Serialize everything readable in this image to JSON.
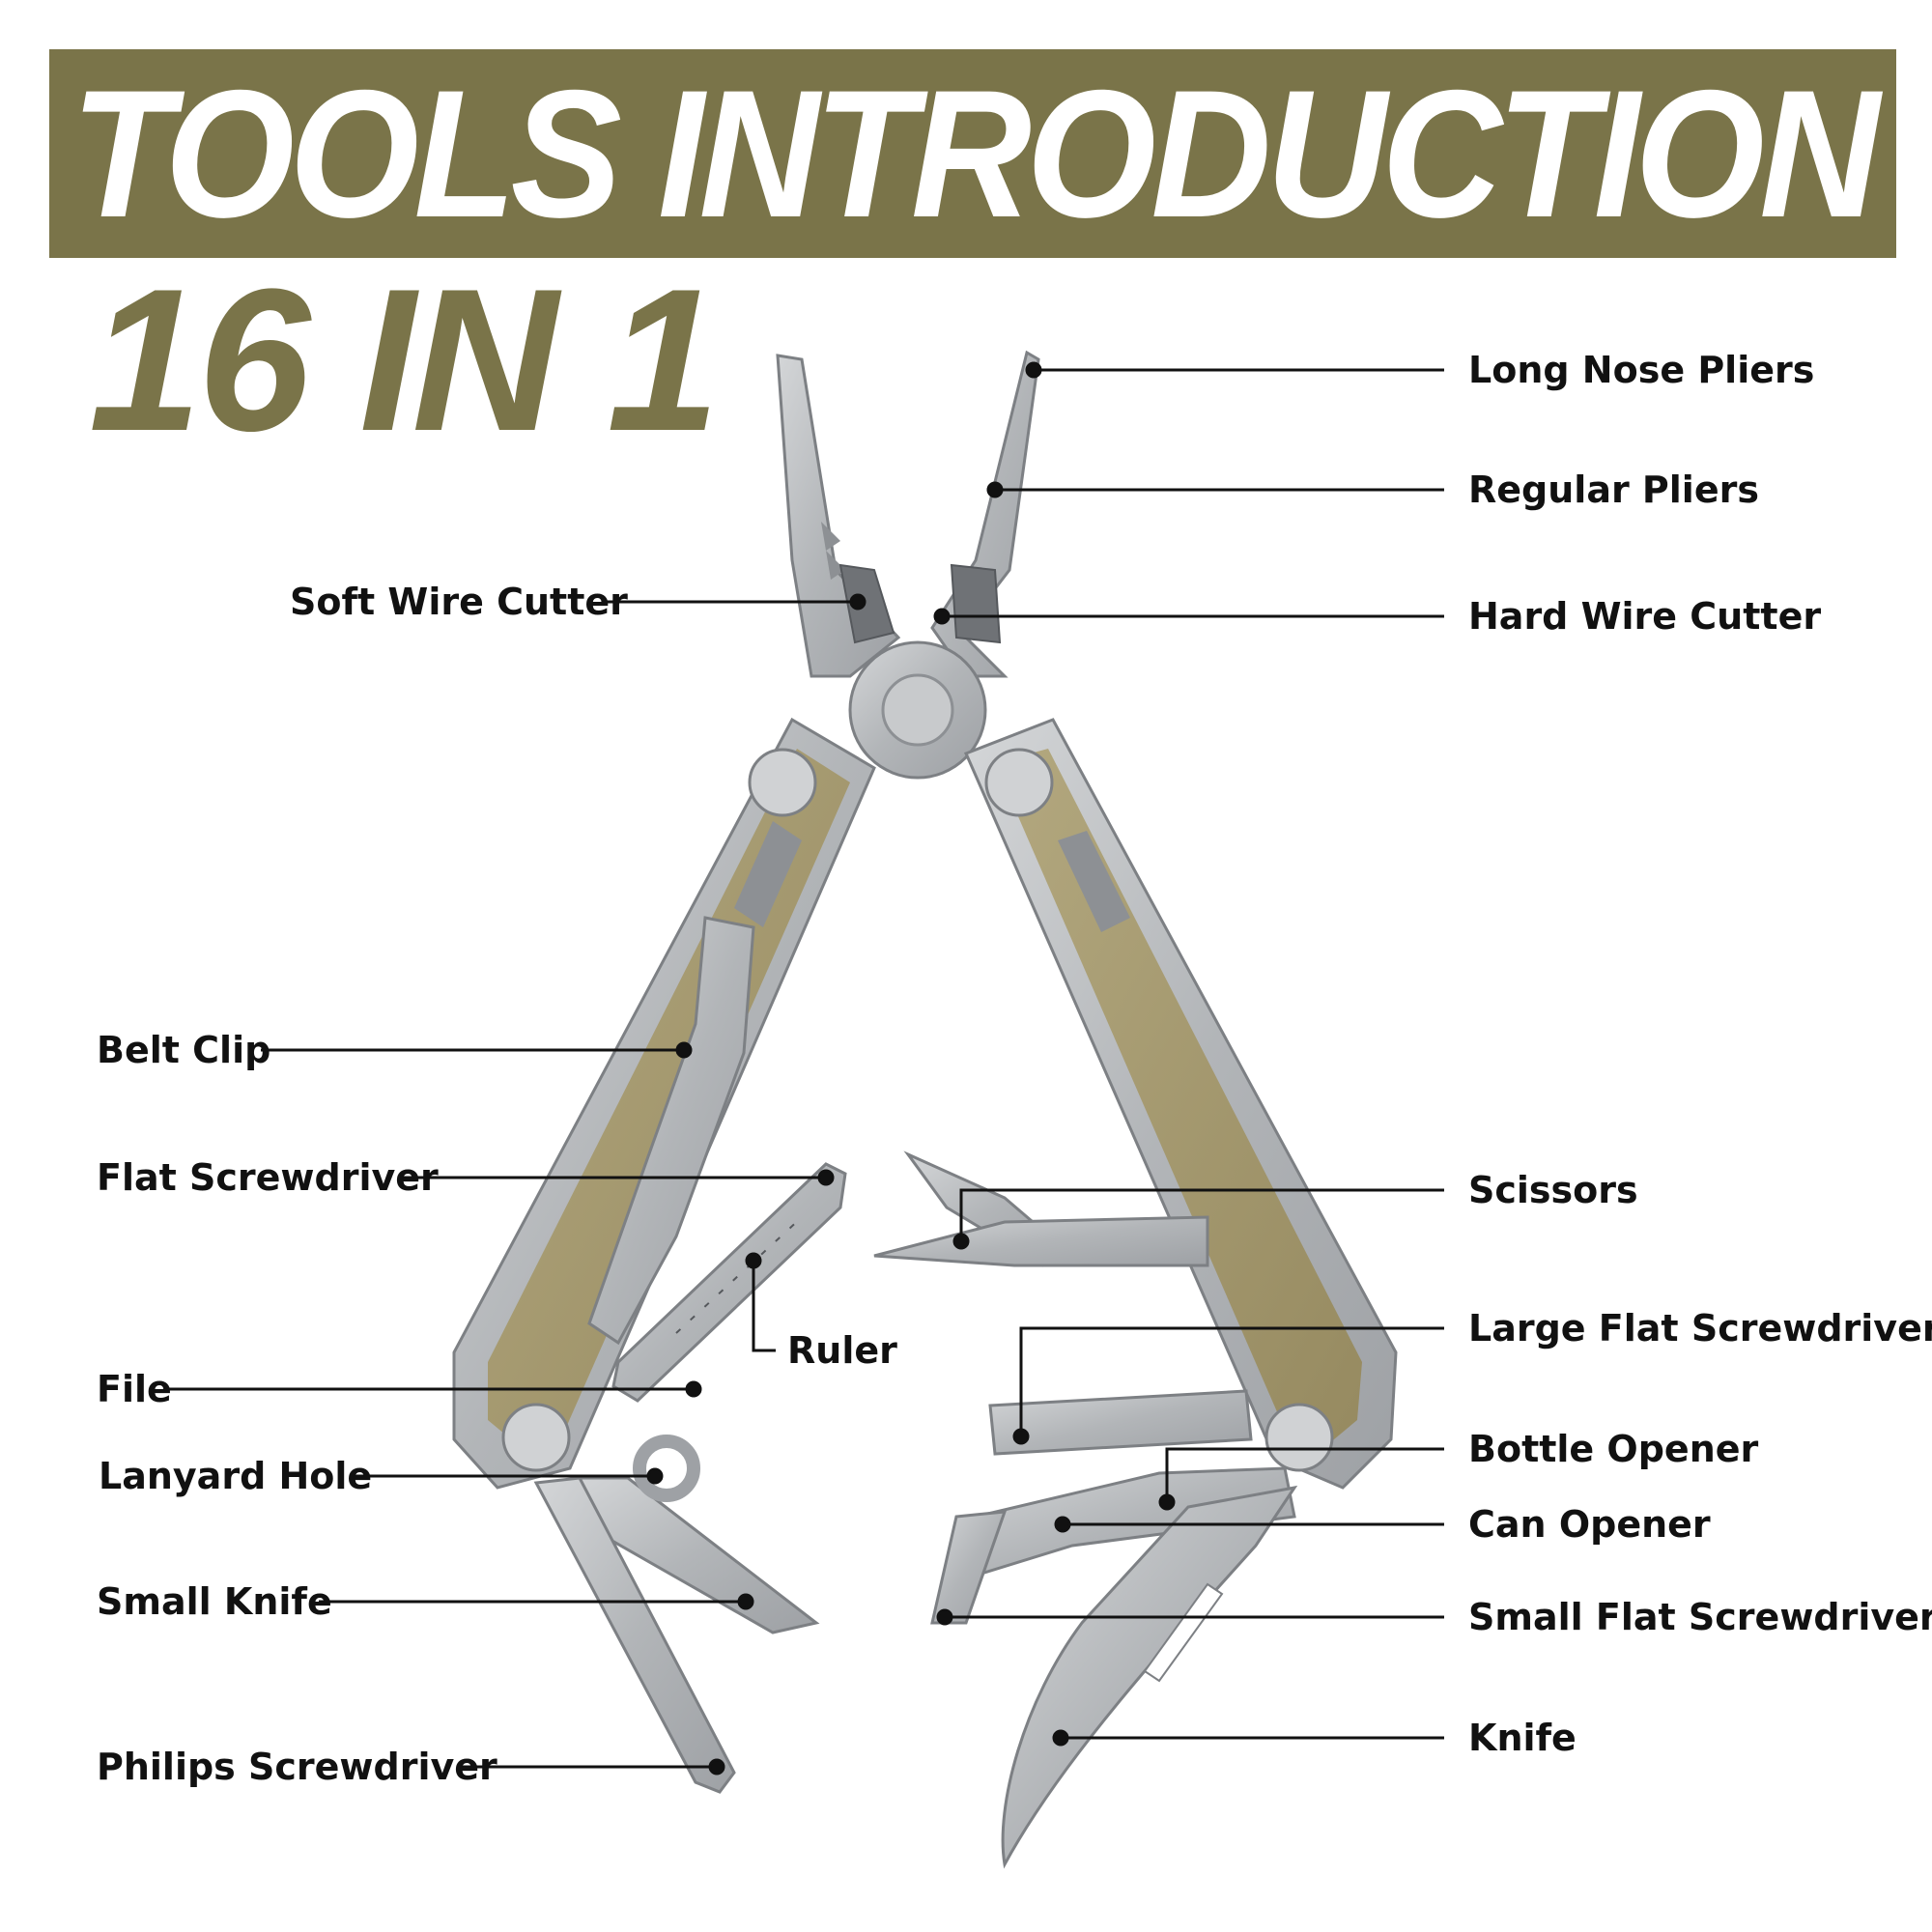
{
  "header": {
    "title": "TOOLS INTRODUCTION",
    "subtitle": "16 IN 1"
  },
  "colors": {
    "brand_olive": "#7a7449",
    "handle_tan": "#a89c72",
    "steel": "#b9bcbf",
    "steel_dark": "#8d9094",
    "text": "#111111"
  },
  "labels": {
    "long_nose_pliers": "Long Nose Pliers",
    "regular_pliers": "Regular Pliers",
    "soft_wire_cutter": "Soft Wire Cutter",
    "hard_wire_cutter": "Hard Wire Cutter",
    "belt_clip": "Belt Clip",
    "flat_screwdriver": "Flat Screwdriver",
    "ruler": "Ruler",
    "file": "File",
    "lanyard_hole": "Lanyard Hole",
    "small_knife": "Small Knife",
    "philips_screwdriver": "Philips Screwdriver",
    "scissors": "Scissors",
    "large_flat_screwdriver": "Large Flat Screwdriver",
    "bottle_opener": "Bottle Opener",
    "can_opener": "Can Opener",
    "small_flat_screwdriver": "Small Flat Screwdriver",
    "knife": "Knife"
  }
}
